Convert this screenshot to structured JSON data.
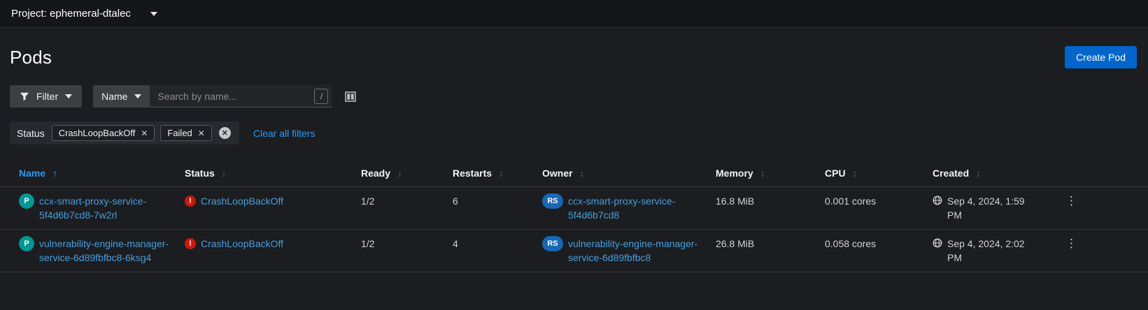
{
  "masthead": {
    "project_label": "Project: ephemeral-dtalec"
  },
  "header": {
    "title": "Pods",
    "create_button": "Create Pod"
  },
  "toolbar": {
    "filter_button": "Filter",
    "attribute_select": "Name",
    "search_placeholder": "Search by name...",
    "search_shortcut": "/"
  },
  "filters": {
    "group_label": "Status",
    "chips": [
      "CrashLoopBackOff",
      "Failed"
    ],
    "clear_all": "Clear all filters"
  },
  "table": {
    "columns": [
      "Name",
      "Status",
      "Ready",
      "Restarts",
      "Owner",
      "Memory",
      "CPU",
      "Created"
    ],
    "sorted_column": "Name",
    "sort_direction": "ascending",
    "rows": [
      {
        "badge": "P",
        "name": "ccx-smart-proxy-service-5f4d6b7cd8-7w2rl",
        "status": "CrashLoopBackOff",
        "ready": "1/2",
        "restarts": "6",
        "owner_badge": "RS",
        "owner": "ccx-smart-proxy-service-5f4d6b7cd8",
        "memory": "16.8 MiB",
        "cpu": "0.001 cores",
        "created": "Sep 4, 2024, 1:59 PM"
      },
      {
        "badge": "P",
        "name": "vulnerability-engine-manager-service-6d89fbfbc8-6ksg4",
        "status": "CrashLoopBackOff",
        "ready": "1/2",
        "restarts": "4",
        "owner_badge": "RS",
        "owner": "vulnerability-engine-manager-service-6d89fbfbc8",
        "memory": "26.8 MiB",
        "cpu": "0.058 cores",
        "created": "Sep 4, 2024, 2:02 PM"
      }
    ]
  },
  "colors": {
    "accent": "#0066cc",
    "action_link": "#2b9af3",
    "resource_link": "#4a9edb",
    "status_error": "#c9190b",
    "pod_badge": "#009596",
    "owner_badge": "#1767b3",
    "page_background": "#1b1d21",
    "masthead_background": "#141619"
  }
}
